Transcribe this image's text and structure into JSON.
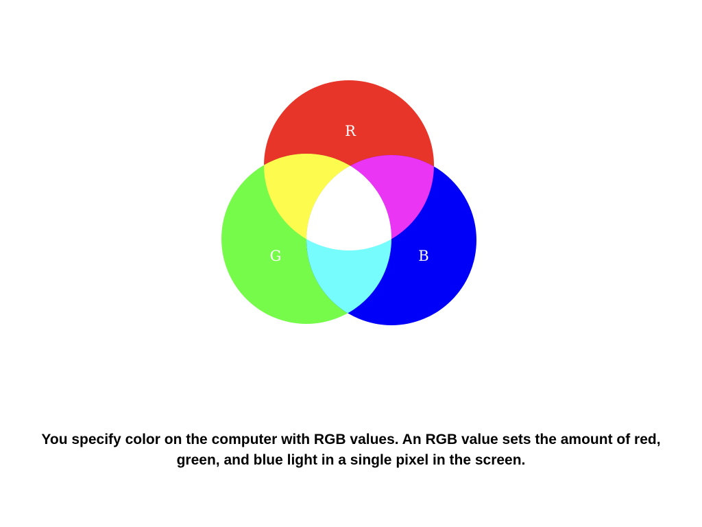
{
  "diagram": {
    "circles": [
      {
        "id": "red",
        "label": "R",
        "color": "#e8352a"
      },
      {
        "id": "green",
        "label": "G",
        "color": "#77fb4b"
      },
      {
        "id": "blue",
        "label": "B",
        "color": "#0000f8"
      }
    ],
    "overlaps": {
      "red_green": "#fdfc4e",
      "red_blue": "#ea35f5",
      "green_blue": "#76fcfd",
      "all": "#ffffff"
    }
  },
  "caption": "You specify color on the computer with RGB values. An RGB value sets the amount of red, green, and blue light in a single pixel in the screen."
}
